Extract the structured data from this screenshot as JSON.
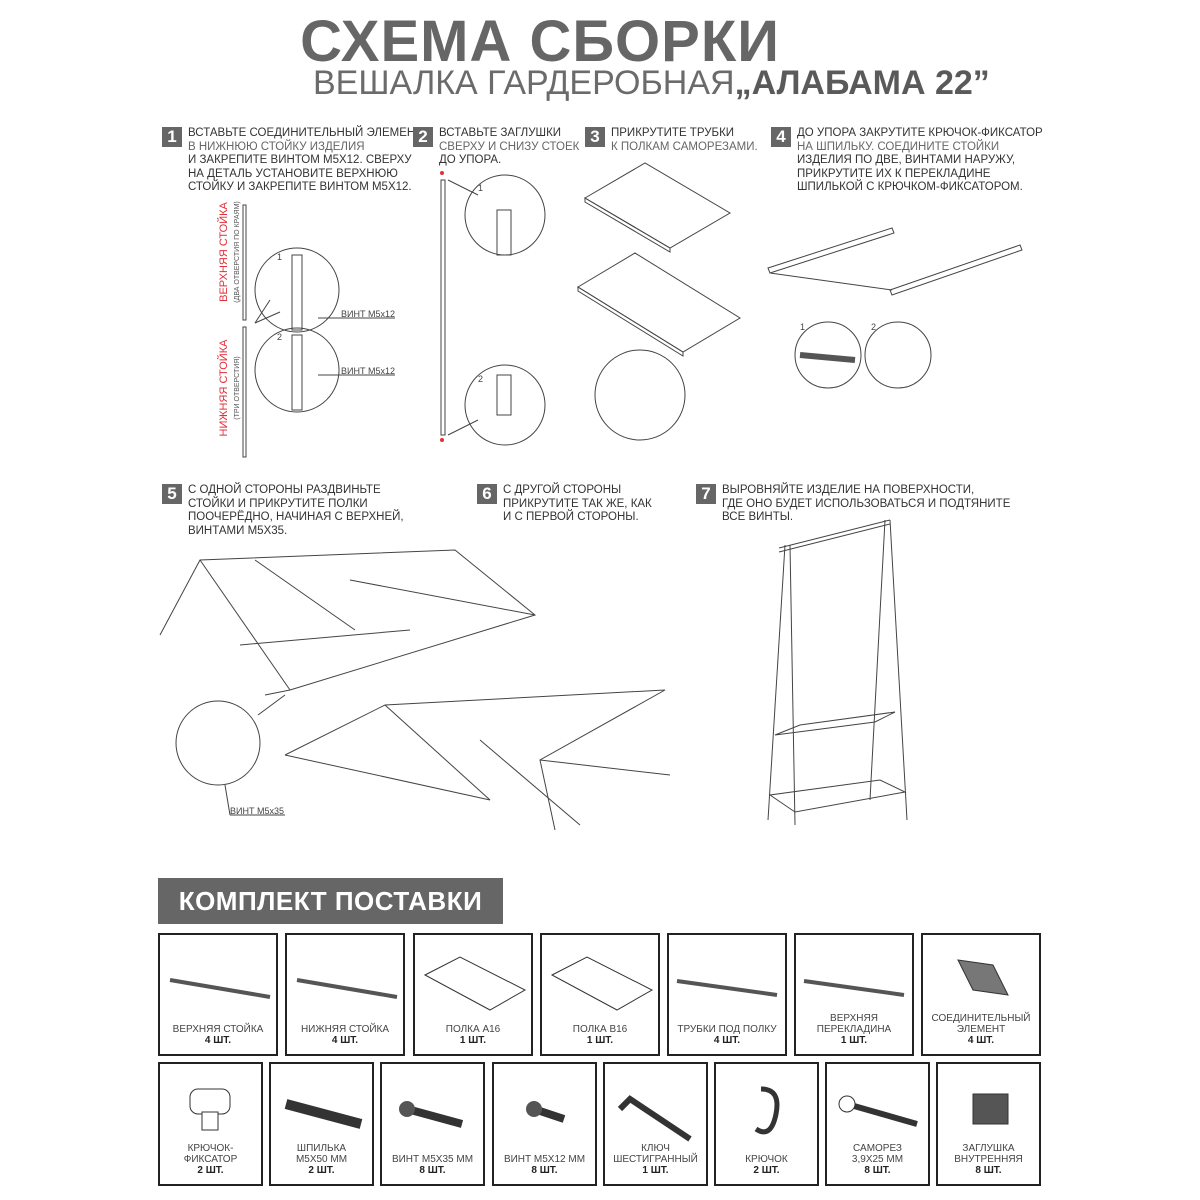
{
  "header": {
    "title": "СХЕМА СБОРКИ",
    "subtitle": "ВЕШАЛКА ГАРДЕРОБНАЯ",
    "model": "„АЛАБАМА 22”"
  },
  "steps": [
    {
      "num": "1",
      "lines": [
        "ВСТАВЬТЕ СОЕДИНИТЕЛЬНЫЙ ЭЛЕМЕНТ",
        "В НИЖНЮЮ СТОЙКУ ИЗДЕЛИЯ",
        "И ЗАКРЕПИТЕ ВИНТОМ M5x12. СВЕРХУ",
        "НА ДЕТАЛЬ УСТАНОВИТЕ ВЕРХНЮЮ",
        "СТОЙКУ И ЗАКРЕПИТЕ ВИНТОМ M5x12."
      ]
    },
    {
      "num": "2",
      "lines": [
        "ВСТАВЬТЕ ЗАГЛУШКИ",
        "СВЕРХУ И СНИЗУ СТОЕК",
        "ДО УПОРА."
      ]
    },
    {
      "num": "3",
      "lines": [
        "ПРИКРУТИТЕ ТРУБКИ",
        "К ПОЛКАМ САМОРЕЗАМИ."
      ]
    },
    {
      "num": "4",
      "lines": [
        "ДО УПОРА ЗАКРУТИТЕ КРЮЧОК-ФИКСАТОР",
        "НА ШПИЛЬКУ. СОЕДИНИТЕ СТОЙКИ",
        "ИЗДЕЛИЯ ПО ДВЕ, ВИНТАМИ НАРУЖУ,",
        "ПРИКРУТИТЕ ИХ К ПЕРЕКЛАДИНЕ",
        "ШПИЛЬКОЙ С КРЮЧКОМ-ФИКСАТОРОМ."
      ]
    },
    {
      "num": "5",
      "lines": [
        "С ОДНОЙ СТОРОНЫ РАЗДВИНЬТЕ",
        "СТОЙКИ И ПРИКРУТИТЕ ПОЛКИ",
        "ПООЧЕРЁДНО, НАЧИНАЯ С ВЕРХНЕЙ,",
        "ВИНТАМИ M5x35."
      ]
    },
    {
      "num": "6",
      "lines": [
        "С ДРУГОЙ СТОРОНЫ",
        "ПРИКРУТИТЕ ТАК ЖЕ, КАК",
        "И С ПЕРВОЙ СТОРОНЫ."
      ]
    },
    {
      "num": "7",
      "lines": [
        "ВЫРОВНЯЙТЕ ИЗДЕЛИЕ НА ПОВЕРХНОСТИ,",
        "ГДЕ ОНО БУДЕТ ИСПОЛЬЗОВАТЬСЯ И ПОДТЯНИТЕ",
        "ВСЕ ВИНТЫ."
      ]
    }
  ],
  "annotations": {
    "upper_post": "ВЕРХНЯЯ СТОЙКА",
    "upper_post_note": "(ДВА ОТВЕРСТИЯ ПО КРАЯМ)",
    "lower_post": "НИЖНЯЯ СТОЙКА",
    "lower_post_note": "(ТРИ ОТВЕРСТИЯ)",
    "screw_m5x12_a": "ВИНТ M5x12",
    "screw_m5x12_b": "ВИНТ M5x12",
    "screw_m5x35": "ВИНТ M5x35",
    "c1": "1",
    "c2": "2",
    "c3": "1",
    "c4": "2",
    "c5": "1",
    "c6": "2"
  },
  "kit": {
    "title": "КОМПЛЕКТ ПОСТАВКИ",
    "row1": [
      {
        "name": [
          "ВЕРХНЯЯ СТОЙКА"
        ],
        "qty": "4 шт."
      },
      {
        "name": [
          "НИЖНЯЯ СТОЙКА"
        ],
        "qty": "4 шт."
      },
      {
        "name": [
          "ПОЛКА A16"
        ],
        "qty": "1 шт."
      },
      {
        "name": [
          "ПОЛКА B16"
        ],
        "qty": "1 шт."
      },
      {
        "name": [
          "ТРУБКИ ПОД ПОЛКУ"
        ],
        "qty": "4 шт."
      },
      {
        "name": [
          "ВЕРХНЯЯ",
          "ПЕРЕКЛАДИНА"
        ],
        "qty": "1 шт."
      },
      {
        "name": [
          "СОЕДИНИТЕЛЬНЫЙ",
          "ЭЛЕМЕНТ"
        ],
        "qty": "4 шт."
      }
    ],
    "row2": [
      {
        "name": [
          "КРЮЧОК-",
          "ФИКСАТОР"
        ],
        "qty": "2 шт."
      },
      {
        "name": [
          "ШПИЛЬКА",
          "M5x50 ММ"
        ],
        "qty": "2 шт."
      },
      {
        "name": [
          "ВИНТ M5x35 ММ"
        ],
        "qty": "8 шт."
      },
      {
        "name": [
          "ВИНТ M5x12 ММ"
        ],
        "qty": "8 шт."
      },
      {
        "name": [
          "КЛЮЧ",
          "ШЕСТИГРАННЫЙ"
        ],
        "qty": "1 шт."
      },
      {
        "name": [
          "КРЮЧОК"
        ],
        "qty": "2 шт."
      },
      {
        "name": [
          "САМОРЕЗ",
          "3,9x25 ММ"
        ],
        "qty": "8 шт."
      },
      {
        "name": [
          "ЗАГЛУШКА",
          "ВНУТРЕННЯЯ"
        ],
        "qty": "8 шт."
      }
    ]
  }
}
